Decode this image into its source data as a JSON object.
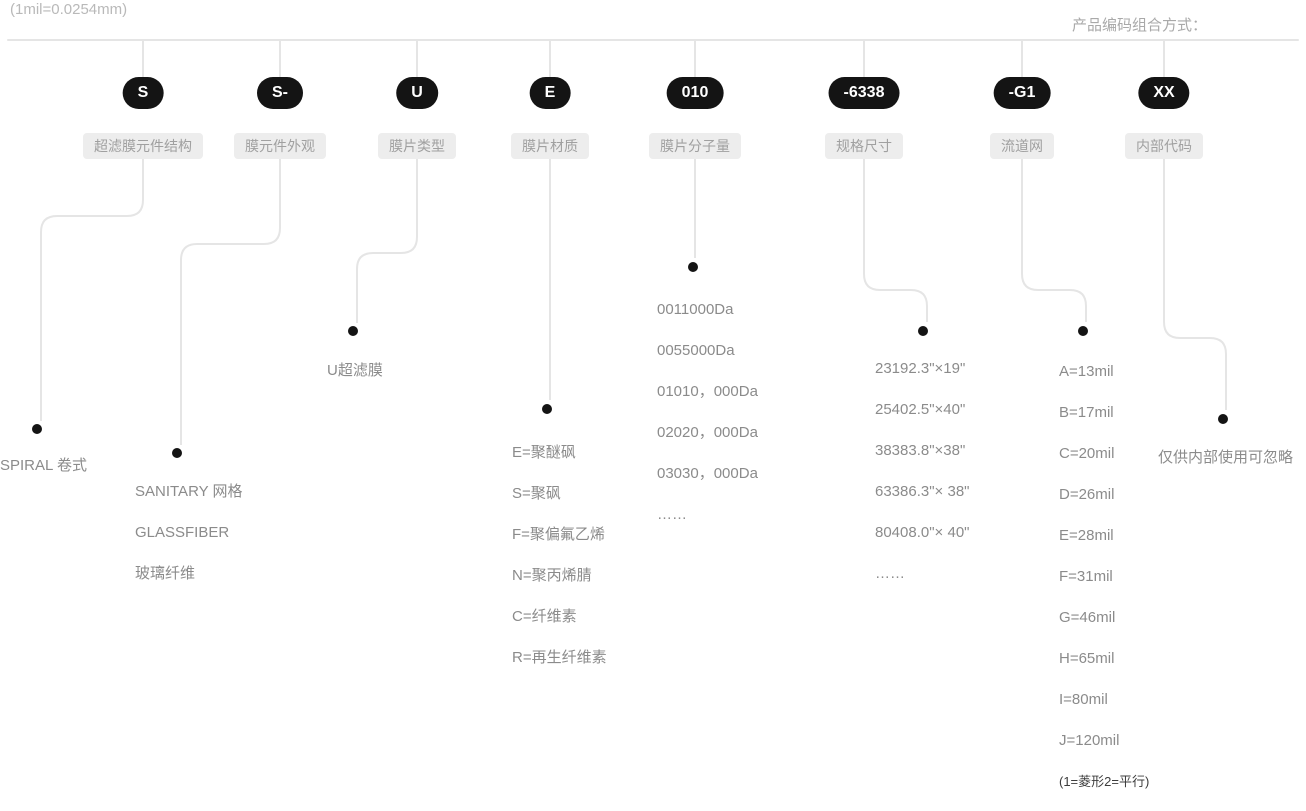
{
  "page": {
    "note_top_left": "(1mil=0.0254mm)",
    "title_top_right": "产品编码组合方式："
  },
  "colors": {
    "badge_bg": "#141414",
    "badge_text": "#ffffff",
    "chip_bg": "#ededed",
    "chip_text": "#a0a0a0",
    "connector_line": "#e5e5e5",
    "list_text": "#8b8b8b"
  },
  "columns": [
    {
      "badge": "S",
      "label": "超滤膜元件结构",
      "items": [
        "SPIRAL 卷式"
      ]
    },
    {
      "badge": "S-",
      "label": "膜元件外观",
      "items": [
        "SANITARY 网格",
        "GLASSFIBER",
        "玻璃纤维"
      ]
    },
    {
      "badge": "U",
      "label": "膜片类型",
      "items": [
        "U超滤膜"
      ]
    },
    {
      "badge": "E",
      "label": "膜片材质",
      "items": [
        "E=聚醚砜",
        "S=聚砜",
        "F=聚偏氟乙烯",
        "N=聚丙烯腈",
        "C=纤维素",
        "R=再生纤维素"
      ]
    },
    {
      "badge": "010",
      "label": "膜片分子量",
      "items": [
        "0011000Da",
        "0055000Da",
        "01010，000Da",
        "02020，000Da",
        "03030，000Da",
        "……"
      ]
    },
    {
      "badge": "-6338",
      "label": "规格尺寸",
      "items": [
        "23192.3\"×19\"",
        "25402.5\"×40\"",
        "38383.8\"×38\"",
        "63386.3\"× 38\"",
        "80408.0\"× 40\"",
        "……"
      ]
    },
    {
      "badge": "-G1",
      "label": "流道网",
      "items": [
        "A=13mil",
        "B=17mil",
        "C=20mil",
        "D=26mil",
        "E=28mil",
        "F=31mil",
        "G=46mil",
        "H=65mil",
        "I=80mil",
        "J=120mil"
      ],
      "footnote": "(1=菱形2=平行)"
    },
    {
      "badge": "XX",
      "label": "内部代码",
      "items": [
        "仅供内部使用可忽略"
      ]
    }
  ]
}
